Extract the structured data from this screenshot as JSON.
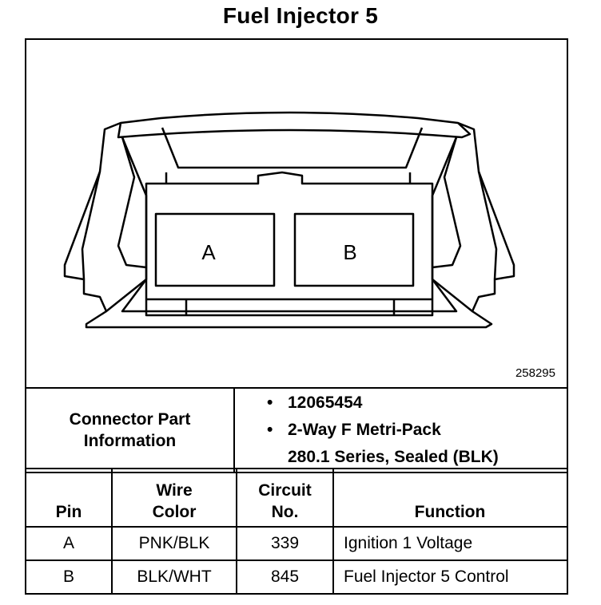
{
  "title": "Fuel Injector 5",
  "diagram": {
    "cavity_labels": [
      "A",
      "B"
    ],
    "figure_number": "258295"
  },
  "connector_part_info": {
    "label": "Connector Part Information",
    "values": [
      "12065454",
      "2-Way F Metri-Pack",
      "280.1 Series, Sealed (BLK)"
    ]
  },
  "pin_table": {
    "headers": {
      "pin": "Pin",
      "wire_color": [
        "Wire",
        "Color"
      ],
      "circuit": [
        "Circuit",
        "No."
      ],
      "function": "Function"
    },
    "rows": [
      {
        "pin": "A",
        "wire_color": "PNK/BLK",
        "circuit": "339",
        "function": "Ignition 1 Voltage"
      },
      {
        "pin": "B",
        "wire_color": "BLK/WHT",
        "circuit": "845",
        "function": "Fuel Injector 5 Control"
      }
    ]
  }
}
